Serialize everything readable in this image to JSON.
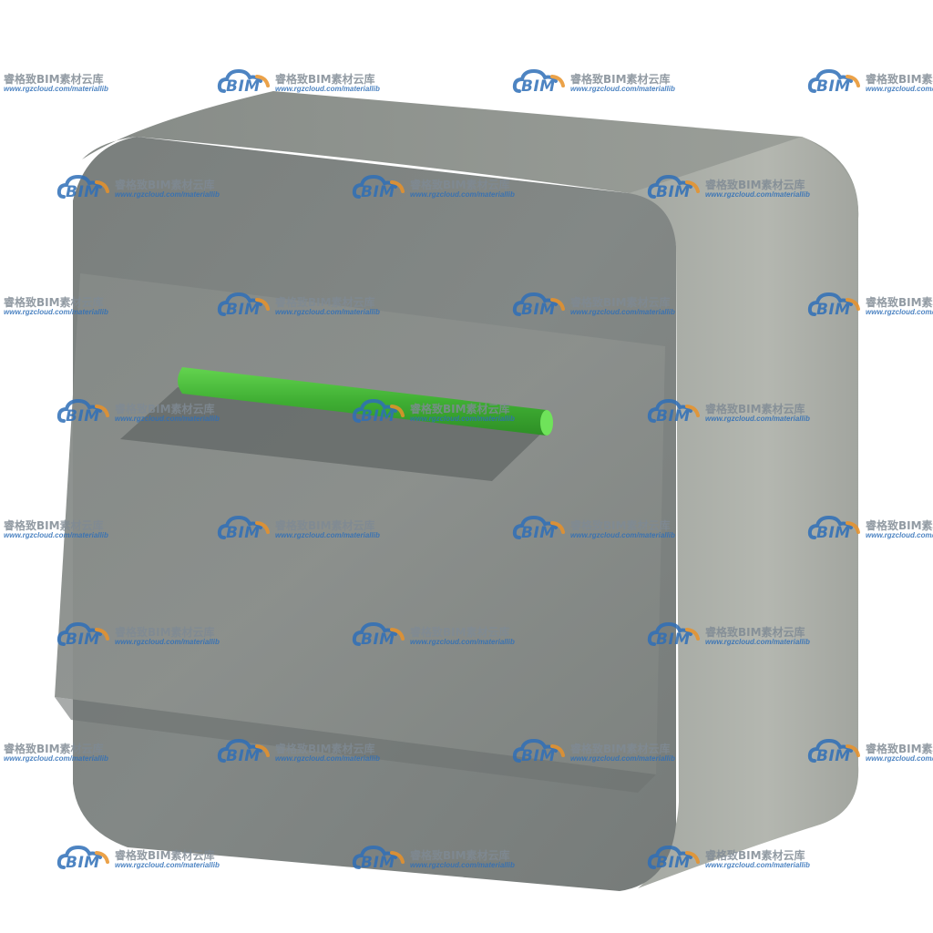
{
  "scene": {
    "subject": "wall-box",
    "colors": {
      "background": "#ffffff",
      "body_front": "#7d8280",
      "body_top": "#8f948f",
      "body_side": "#a9aca6",
      "lid": "#868a87",
      "handle": "#3fae33",
      "handle_highlight": "#63d44f",
      "watermark_blue": "#2f6fb8",
      "watermark_orange": "#e8922a",
      "watermark_gray": "#7f8a94"
    }
  },
  "watermark": {
    "logo_text": "BIM",
    "brand": "睿格致BIM素材云库",
    "url": "www.rgzcloud.com/materiallib"
  }
}
